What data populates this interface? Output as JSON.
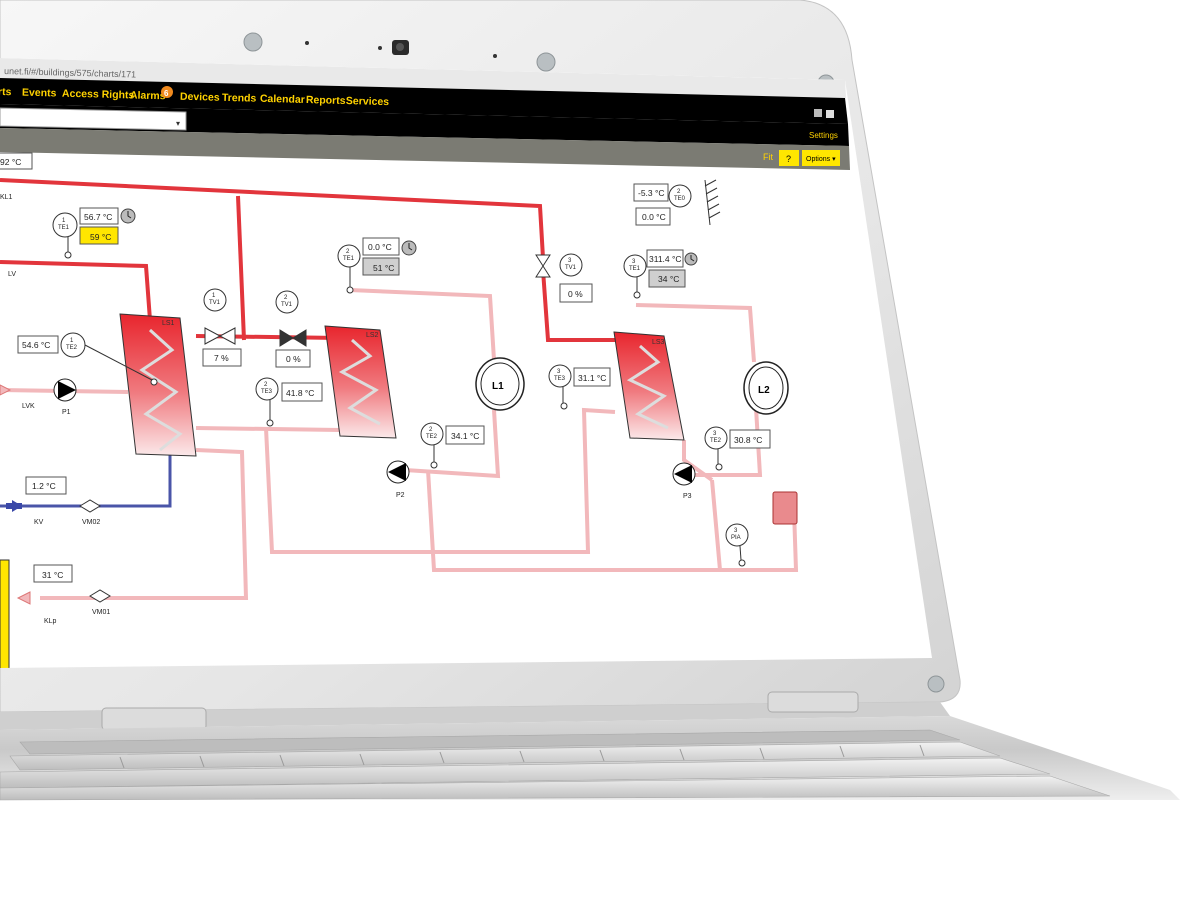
{
  "browser": {
    "url": "unet.fi/#/buildings/575/charts/171",
    "url_visible_fragment": "unet.fi/#/buildings/575/charts/171"
  },
  "nav": {
    "items": [
      {
        "label": "rts"
      },
      {
        "label": "Events"
      },
      {
        "label": "Access Rights"
      },
      {
        "label": "Alarms"
      },
      {
        "label": "Devices"
      },
      {
        "label": "Trends"
      },
      {
        "label": "Calendar"
      },
      {
        "label": "Reports"
      },
      {
        "label": "Services"
      }
    ],
    "alarm_badge": "6",
    "settings_label": "Settings"
  },
  "toolbar": {
    "fit_label": "Fit",
    "help_label": "?",
    "options_label": "Options ▾"
  },
  "diagram": {
    "top_left_value": "92 °C",
    "kl1_label": "KL1",
    "lv_label": "LV",
    "lvk_label": "LVK",
    "kv_label": "KV",
    "klp_label": "KLp",
    "vm01_label": "VM01",
    "vm02_label": "VM02",
    "te1a_id": "1",
    "te1a_tag": "TE1",
    "te1a_value": "56.7 °C",
    "te1a_setpoint": "59 °C",
    "te2a_id": "1",
    "te2a_tag": "TE2",
    "te2a_value": "54.6 °C",
    "p1_label": "P1",
    "kv_value": "1.2 °C",
    "klp_value": "31 °C",
    "ls1_label": "LS1",
    "tv1a_id": "1",
    "tv1a_tag": "TV1",
    "tv1a_value": "7 %",
    "tv1b_id": "2",
    "tv1b_tag": "TV1",
    "tv1b_value": "0 %",
    "te3b_id": "2",
    "te3b_tag": "TE3",
    "te3b_value": "41.8 °C",
    "te1b_id": "2",
    "te1b_tag": "TE1",
    "te1b_value": "0.0 °C",
    "te1b_setpoint": "51 °C",
    "ls2_label": "LS2",
    "l1_label": "L1",
    "te2b_id": "2",
    "te2b_tag": "TE2",
    "te2b_value": "34.1 °C",
    "p2_label": "P2",
    "tv1c_id": "3",
    "tv1c_tag": "TV1",
    "tv1c_value": "0 %",
    "te3c_id": "3",
    "te3c_tag": "TE3",
    "te3c_value": "31.1 °C",
    "te1c_id": "3",
    "te1c_tag": "TE1",
    "te1c_value": "311.4 °C",
    "te1c_setpoint": "34 °C",
    "ls3_label": "LS3",
    "l2_label": "L2",
    "te2c_id": "3",
    "te2c_tag": "TE2",
    "te2c_value": "30.8 °C",
    "p3_label": "P3",
    "pia_id": "3",
    "pia_tag": "PIA",
    "outdoor_id": "2",
    "outdoor_tag": "TE0",
    "outdoor_value": "-5.3 °C",
    "outdoor_value2": "0.0 °C"
  },
  "colors": {
    "nav_bg": "#000000",
    "nav_text": "#ffd200",
    "toolbar_bg": "#7b7b73",
    "accent_yellow": "#ffe600",
    "pipe_red": "#e2353c",
    "pipe_pink": "#f2b8bb",
    "pipe_blue": "#4a55a8",
    "heat_exchanger": "#e8252d"
  }
}
